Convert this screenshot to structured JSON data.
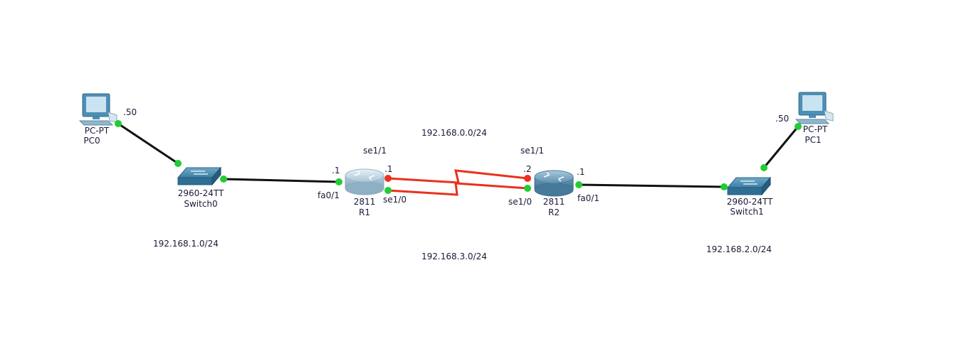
{
  "colors": {
    "ethernet_link": "#111111",
    "serial_link": "#e8321e",
    "port_up": "#22cc33",
    "port_down": "#e8321e",
    "device_body": "#3a7fa6",
    "label_text": "#1a1a3a"
  },
  "devices": {
    "pc0": {
      "icon": "pc-icon",
      "model": "PC-PT",
      "name": "PC0",
      "ip_suffix": ".50"
    },
    "pc1": {
      "icon": "pc-icon",
      "model": "PC-PT",
      "name": "PC1",
      "ip_suffix": ".50"
    },
    "switch0": {
      "icon": "switch-icon",
      "model": "2960-24TT",
      "name": "Switch0"
    },
    "switch1": {
      "icon": "switch-icon",
      "model": "2960-24TT",
      "name": "Switch1"
    },
    "r1": {
      "icon": "router-icon",
      "model": "2811",
      "name": "R1",
      "fa_iface": "fa0/1",
      "fa_suffix": ".1",
      "se11_iface": "se1/1",
      "se11_suffix": ".1",
      "se10_iface": "se1/0"
    },
    "r2": {
      "icon": "router-icon",
      "model": "2811",
      "name": "R2",
      "fa_iface": "fa0/1",
      "fa_suffix": ".1",
      "se11_iface": "se1/1",
      "se11_suffix": ".2",
      "se10_iface": "se1/0"
    }
  },
  "networks": {
    "lan1": "192.168.1.0/24",
    "lan2": "192.168.2.0/24",
    "wan_top": "192.168.0.0/24",
    "wan_bottom": "192.168.3.0/24"
  }
}
